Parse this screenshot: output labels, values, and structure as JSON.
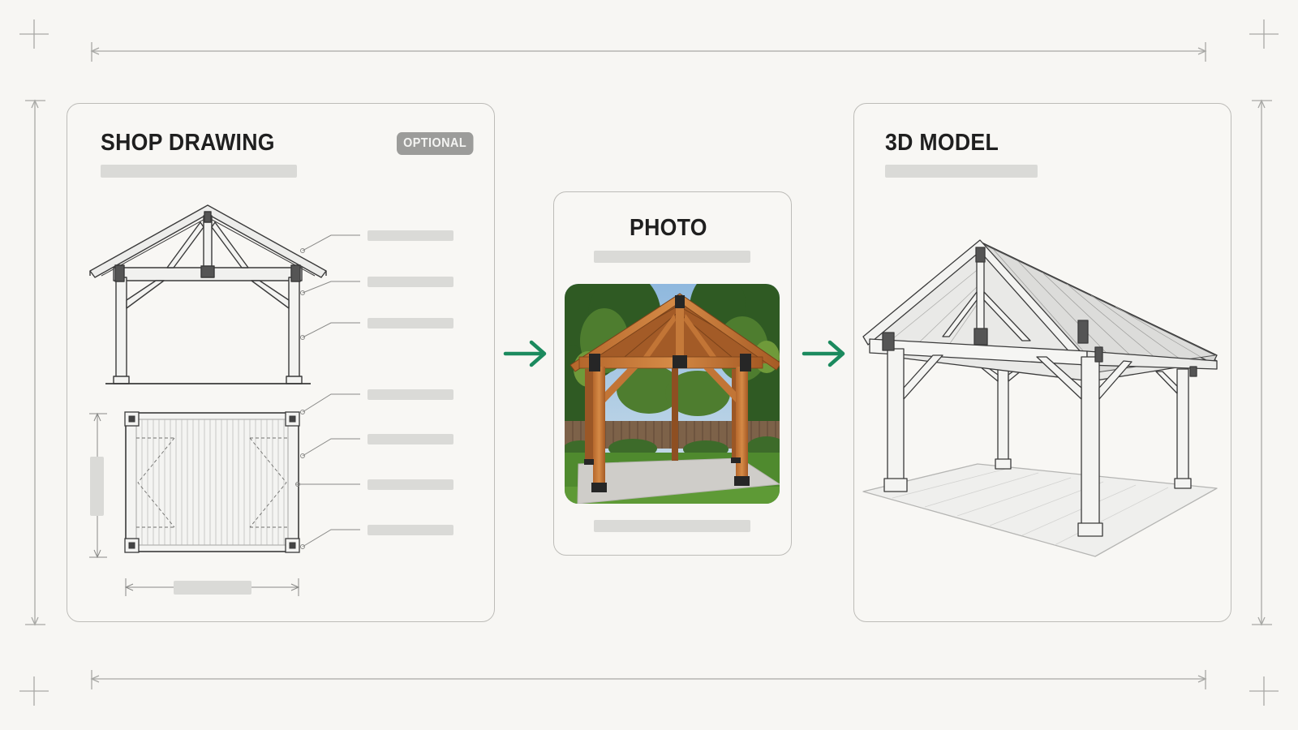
{
  "panels": {
    "shop_drawing": {
      "title": "SHOP DRAWING",
      "badge": "OPTIONAL"
    },
    "photo": {
      "title": "PHOTO"
    },
    "model": {
      "title": "3D MODEL"
    }
  },
  "colors": {
    "arrow": "#1b8a5e",
    "line": "#3a3a3a",
    "guide": "#a8a8a5",
    "placeholder": "#dadad7"
  }
}
